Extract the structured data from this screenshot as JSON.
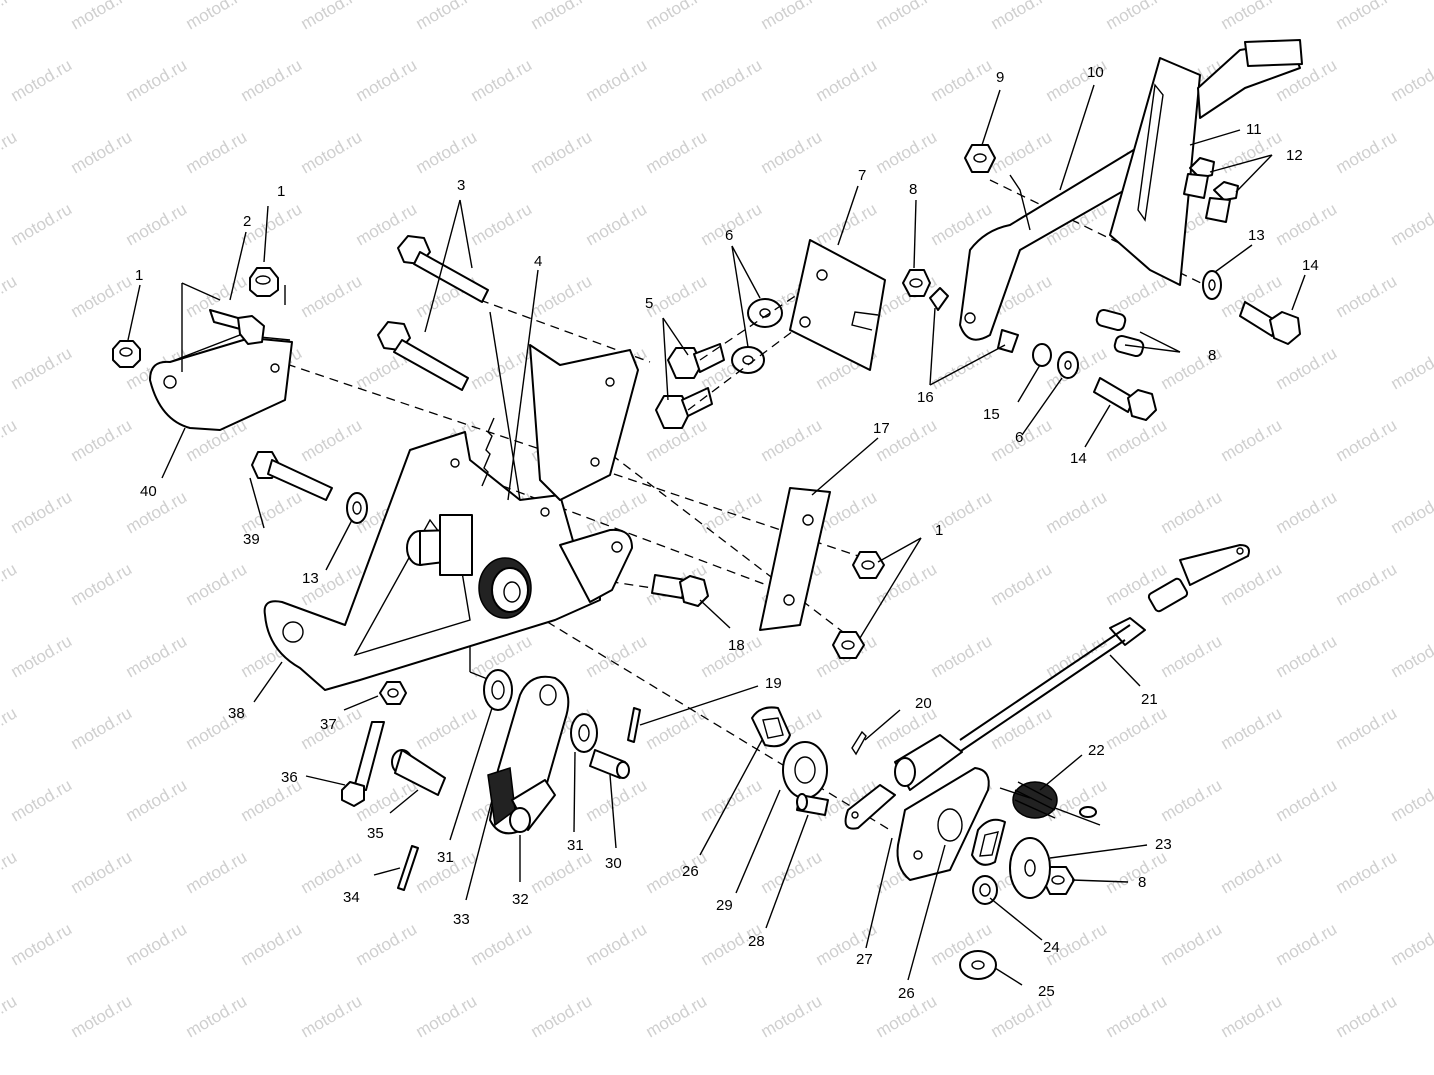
{
  "watermark": "motod.ru",
  "callouts": [
    {
      "id": "c1a",
      "text": "1"
    },
    {
      "id": "c1b",
      "text": "1"
    },
    {
      "id": "c1c",
      "text": "1"
    },
    {
      "id": "c2",
      "text": "2"
    },
    {
      "id": "c3",
      "text": "3"
    },
    {
      "id": "c4",
      "text": "4"
    },
    {
      "id": "c5",
      "text": "5"
    },
    {
      "id": "c6a",
      "text": "6"
    },
    {
      "id": "c6b",
      "text": "6"
    },
    {
      "id": "c7",
      "text": "7"
    },
    {
      "id": "c8a",
      "text": "8"
    },
    {
      "id": "c8b",
      "text": "8"
    },
    {
      "id": "c8c",
      "text": "8"
    },
    {
      "id": "c9",
      "text": "9"
    },
    {
      "id": "c10",
      "text": "10"
    },
    {
      "id": "c11",
      "text": "11"
    },
    {
      "id": "c12",
      "text": "12"
    },
    {
      "id": "c13a",
      "text": "13"
    },
    {
      "id": "c13b",
      "text": "13"
    },
    {
      "id": "c14a",
      "text": "14"
    },
    {
      "id": "c14b",
      "text": "14"
    },
    {
      "id": "c15",
      "text": "15"
    },
    {
      "id": "c16",
      "text": "16"
    },
    {
      "id": "c17",
      "text": "17"
    },
    {
      "id": "c18",
      "text": "18"
    },
    {
      "id": "c19",
      "text": "19"
    },
    {
      "id": "c20",
      "text": "20"
    },
    {
      "id": "c21",
      "text": "21"
    },
    {
      "id": "c22",
      "text": "22"
    },
    {
      "id": "c23",
      "text": "23"
    },
    {
      "id": "c24",
      "text": "24"
    },
    {
      "id": "c25",
      "text": "25"
    },
    {
      "id": "c26a",
      "text": "26"
    },
    {
      "id": "c26b",
      "text": "26"
    },
    {
      "id": "c27",
      "text": "27"
    },
    {
      "id": "c28",
      "text": "28"
    },
    {
      "id": "c29",
      "text": "29"
    },
    {
      "id": "c30",
      "text": "30"
    },
    {
      "id": "c31a",
      "text": "31"
    },
    {
      "id": "c31b",
      "text": "31"
    },
    {
      "id": "c32",
      "text": "32"
    },
    {
      "id": "c33",
      "text": "33"
    },
    {
      "id": "c34",
      "text": "34"
    },
    {
      "id": "c35",
      "text": "35"
    },
    {
      "id": "c36",
      "text": "36"
    },
    {
      "id": "c37",
      "text": "37"
    },
    {
      "id": "c38",
      "text": "38"
    },
    {
      "id": "c39",
      "text": "39"
    },
    {
      "id": "c40",
      "text": "40"
    }
  ]
}
